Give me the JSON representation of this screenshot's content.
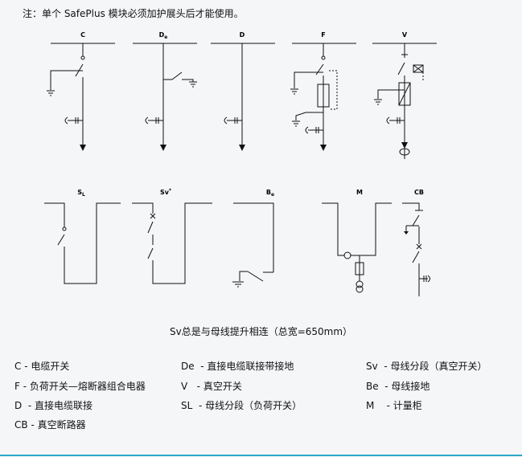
{
  "note": "注：单个 SafePlus 模块必须加护展头后才能使用。",
  "top_units": [
    {
      "key": "c",
      "label": "C"
    },
    {
      "key": "de",
      "label": "D",
      "sub": "e"
    },
    {
      "key": "d",
      "label": "D"
    },
    {
      "key": "f",
      "label": "F"
    },
    {
      "key": "v",
      "label": "V"
    }
  ],
  "bottom_units": [
    {
      "key": "sl",
      "label": "S",
      "sub": "L"
    },
    {
      "key": "sv",
      "label": "Sv",
      "sup": "*"
    },
    {
      "key": "be",
      "label": "B",
      "sub": "e"
    },
    {
      "key": "m",
      "label": "M"
    },
    {
      "key": "cb",
      "label": "CB"
    }
  ],
  "caption": "Sv总是与母线提升相连（总宽=650mm）",
  "legend": [
    {
      "code": "C",
      "text": "电缆开关"
    },
    {
      "code": "De",
      "text": "直接电缆联接带接地"
    },
    {
      "code": "Sv",
      "text": "母线分段（真空开关）"
    },
    {
      "code": "F",
      "text": "负荷开关—熔断器组合电器"
    },
    {
      "code": "V",
      "text": "真空开关"
    },
    {
      "code": "Be",
      "text": "母线接地"
    },
    {
      "code": "D",
      "text": "直接电缆联接"
    },
    {
      "code": "SL",
      "text": "母线分段（负荷开关）"
    },
    {
      "code": "M",
      "text": "计量柜"
    },
    {
      "code": "CB",
      "text": "真空断路器"
    }
  ],
  "colors": {
    "line": "#111111",
    "background": "#f4f6f8",
    "accent_line": "#2aa7c9"
  }
}
